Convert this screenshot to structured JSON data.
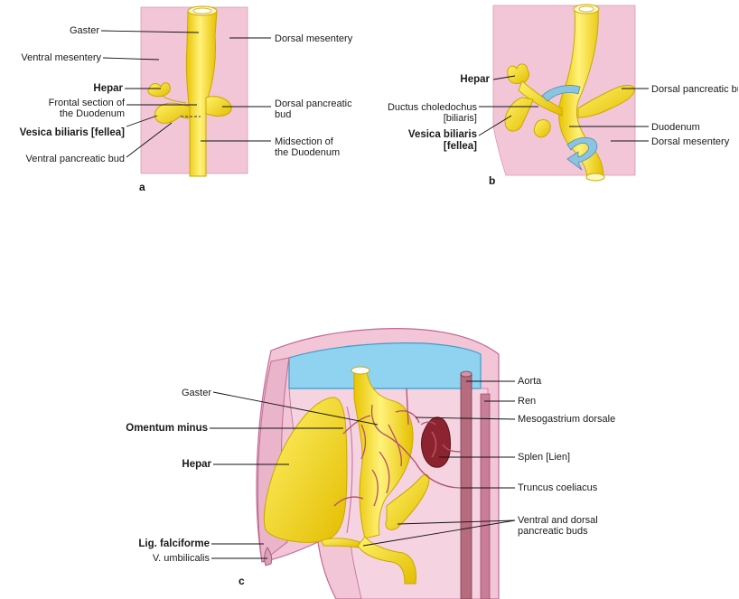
{
  "panel_a": {
    "letter": "a",
    "gaster": "Gaster",
    "ventral_mesentery": "Ventral mesentery",
    "hepar": "Hepar",
    "frontal_section_line1": "Frontal section of",
    "frontal_section_line2": "the Duodenum",
    "vesica": "Vesica biliaris [fellea]",
    "ventral_pancreatic_bud": "Ventral pancreatic bud",
    "dorsal_mesentery": "Dorsal mesentery",
    "dorsal_pancreatic_line1": "Dorsal pancreatic",
    "dorsal_pancreatic_line2": "bud",
    "midsection_line1": "Midsection of",
    "midsection_line2": "the Duodenum"
  },
  "panel_b": {
    "letter": "b",
    "hepar": "Hepar",
    "ductus_line1": "Ductus choledochus",
    "ductus_line2": "[biliaris]",
    "vesica_line1": "Vesica biliaris",
    "vesica_line2": "[fellea]",
    "dorsal_pancreatic_bud": "Dorsal pancreatic bud",
    "duodenum": "Duodenum",
    "dorsal_mesentery": "Dorsal mesentery"
  },
  "panel_c": {
    "letter": "c",
    "gaster": "Gaster",
    "omentum_minus": "Omentum minus",
    "hepar": "Hepar",
    "lig_falciforme": "Lig. falciforme",
    "v_umbilicalis": "V. umbilicalis",
    "aorta": "Aorta",
    "ren": "Ren",
    "mesogastrium": "Mesogastrium dorsale",
    "splen": "Splen [Lien]",
    "truncus": "Truncus coeliacus",
    "buds_line1": "Ventral and dorsal",
    "buds_line2": "pancreatic buds"
  },
  "colors": {
    "mesentery_pink": "#f2c6d6",
    "organ_yellow": "#f7e21b",
    "organ_outline": "#c9a800",
    "cavity_blue": "#8fd3f0",
    "spleen_red": "#8c2430",
    "vessel": "#b0506a",
    "rotation_arrow": "#8cc4e0"
  }
}
